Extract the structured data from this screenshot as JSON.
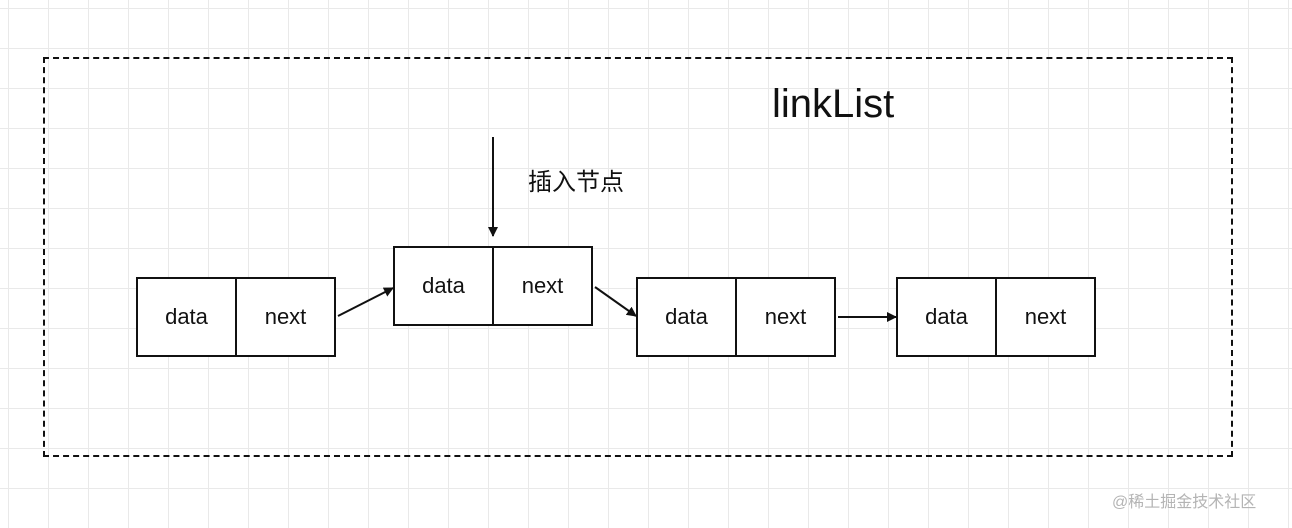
{
  "title": "linkList",
  "insert_label": "插入节点",
  "nodes": [
    {
      "data_label": "data",
      "next_label": "next"
    },
    {
      "data_label": "data",
      "next_label": "next"
    },
    {
      "data_label": "data",
      "next_label": "next"
    },
    {
      "data_label": "data",
      "next_label": "next"
    }
  ],
  "watermark": "@稀土掘金技术社区",
  "colors": {
    "stroke": "#111111",
    "grid": "#e9e9e9",
    "watermark": "#b4b4b4"
  }
}
